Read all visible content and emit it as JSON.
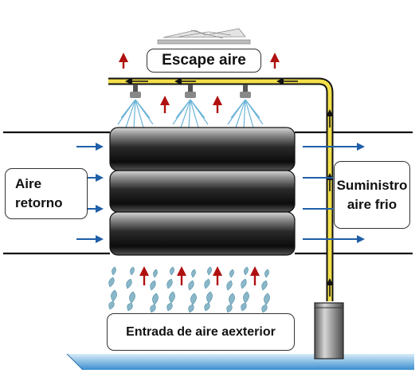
{
  "labels": {
    "escape": "Escape aire",
    "retorno_line1": "Aire",
    "retorno_line2": "retorno",
    "suministro_line1": "Suministro",
    "suministro_line2": "aire frio",
    "entrada": "Entrada de aire aexterior"
  },
  "colors": {
    "pipe": "#f3e04a",
    "blue_arrow": "#1f5fa8",
    "red_arrow": "#b01010",
    "spray": "#6ab4d8",
    "mist": "#8ab7c8",
    "base": "#3a8fd0"
  },
  "icons": [
    "fan-icon",
    "spray-nozzle-icon",
    "mist-icon",
    "pump-icon",
    "flow-arrow-icon"
  ]
}
